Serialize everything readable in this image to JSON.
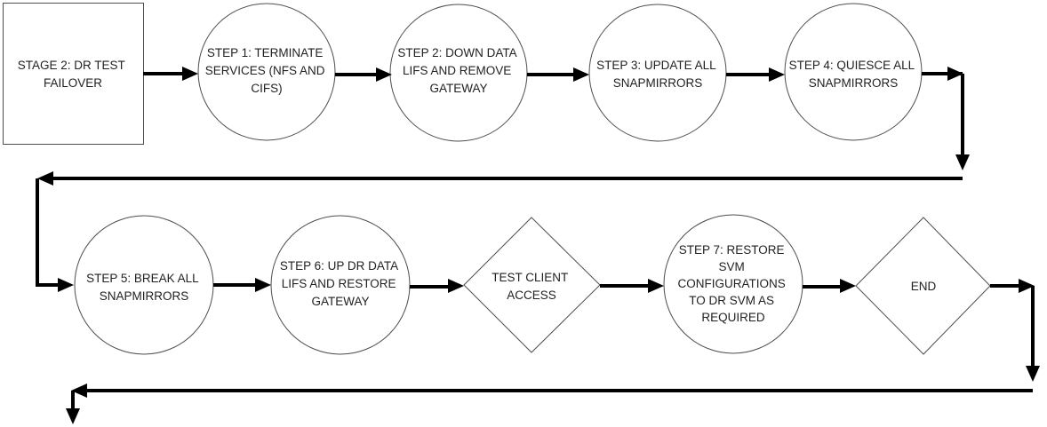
{
  "diagram": {
    "nodes": {
      "stage2": {
        "label": [
          "STAGE 2: DR TEST",
          "FAILOVER"
        ],
        "shape": "rectangle"
      },
      "step1": {
        "label": [
          "STEP 1: TERMINATE",
          "SERVICES (NFS AND",
          "CIFS)"
        ],
        "shape": "circle"
      },
      "step2": {
        "label": [
          "STEP 2: DOWN DATA",
          "LIFS AND REMOVE",
          "GATEWAY"
        ],
        "shape": "circle"
      },
      "step3": {
        "label": [
          "STEP 3: UPDATE ALL",
          "SNAPMIRRORS"
        ],
        "shape": "circle"
      },
      "step4": {
        "label": [
          "STEP 4: QUIESCE ALL",
          "SNAPMIRRORS"
        ],
        "shape": "circle"
      },
      "step5": {
        "label": [
          "STEP 5: BREAK ALL",
          "SNAPMIRRORS"
        ],
        "shape": "circle"
      },
      "step6": {
        "label": [
          "STEP 6: UP DR DATA",
          "LIFS AND RESTORE",
          "GATEWAY"
        ],
        "shape": "circle"
      },
      "test_client": {
        "label": [
          "TEST CLIENT",
          "ACCESS"
        ],
        "shape": "diamond"
      },
      "step7": {
        "label": [
          "STEP 7: RESTORE",
          "SVM",
          "CONFIGURATIONS",
          "TO DR SVM AS",
          "REQUIRED"
        ],
        "shape": "circle"
      },
      "end": {
        "label": [
          "END"
        ],
        "shape": "diamond"
      }
    },
    "flow_order": [
      "stage2",
      "step1",
      "step2",
      "step3",
      "step4",
      "step5",
      "step6",
      "test_client",
      "step7",
      "end"
    ],
    "colors": {
      "line": "#000000",
      "outline": "#4d4d4d",
      "text": "#222222",
      "background": "#ffffff"
    }
  }
}
